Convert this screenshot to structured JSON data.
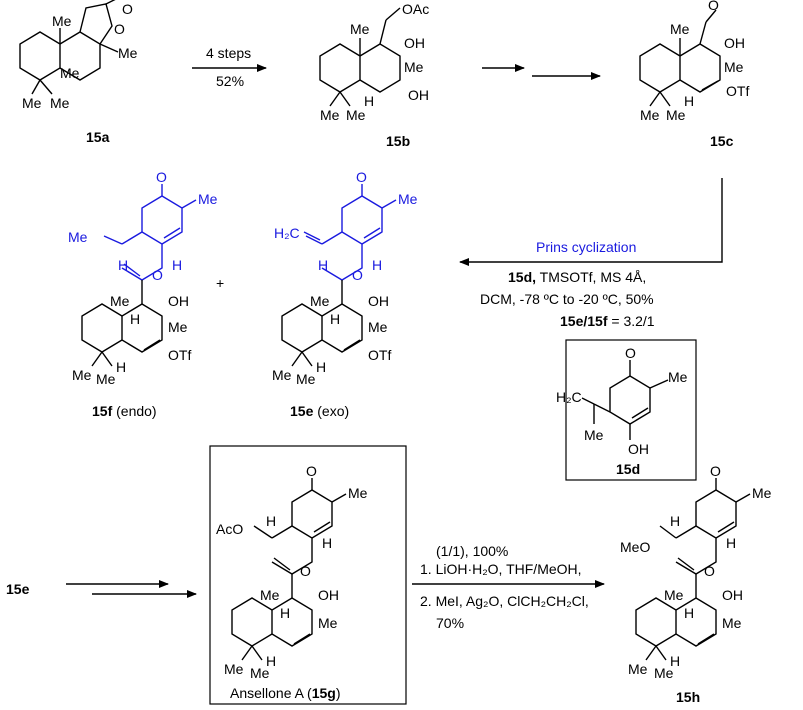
{
  "compounds": {
    "c15a": {
      "label": "15a",
      "atoms": [
        "O",
        "O",
        "Me",
        "Me",
        "Me"
      ],
      "methyls": [
        "Me",
        "Me"
      ]
    },
    "c15b": {
      "label": "15b",
      "atoms": [
        "OAc",
        "OH",
        "Me",
        "OH",
        "Me",
        "H"
      ],
      "methyls": [
        "Me",
        "Me"
      ]
    },
    "c15c": {
      "label": "15c",
      "atoms": [
        "O",
        "OH",
        "Me",
        "OTf",
        "Me",
        "H"
      ],
      "methyls": [
        "Me",
        "Me"
      ]
    },
    "c15f": {
      "label_bold": "15f",
      "label_rest": " (endo)",
      "top_atoms": [
        "O",
        "Me",
        "Me",
        "H",
        "H",
        "O"
      ],
      "bottom_atoms": [
        "Me",
        "H",
        "OH",
        "Me",
        "OTf",
        "H"
      ],
      "methyls": [
        "Me",
        "Me"
      ]
    },
    "c15e": {
      "label_bold": "15e",
      "label_rest": " (exo)",
      "top_atoms": [
        "O",
        "Me",
        "H₂C",
        "H",
        "H",
        "O"
      ],
      "bottom_atoms": [
        "Me",
        "H",
        "OH",
        "Me",
        "OTf",
        "H"
      ],
      "methyls": [
        "Me",
        "Me"
      ]
    },
    "c15d": {
      "label": "15d",
      "atoms": [
        "O",
        "Me",
        "H₂C",
        "Me",
        "OH"
      ]
    },
    "c15g": {
      "caption_pre": "Ansellone A (",
      "caption_bold": "15g",
      "caption_post": ")",
      "top_atoms": [
        "O",
        "Me",
        "AcO",
        "H",
        "H",
        "O"
      ],
      "bottom_atoms": [
        "Me",
        "H",
        "OH",
        "Me",
        "H"
      ],
      "methyls": [
        "Me",
        "Me"
      ]
    },
    "c15h": {
      "label": "15h",
      "top_atoms": [
        "O",
        "Me",
        "MeO",
        "H",
        "H",
        "O"
      ],
      "bottom_atoms": [
        "Me",
        "H",
        "OH",
        "Me",
        "H"
      ],
      "methyls": [
        "Me",
        "Me"
      ]
    },
    "c15e_start": {
      "label": "15e"
    }
  },
  "plus": "+",
  "arrows": {
    "step1": {
      "above": "4 steps",
      "below": "52%"
    },
    "prins": {
      "title": "Prins cyclization",
      "line1_bold": "15d,",
      "line1_rest": " TMSOTf, MS 4Å,",
      "line2": "DCM, -78 ºC to -20 ºC, 50%",
      "ratio_bold": "15e/15f",
      "ratio_rest": " = 3.2/1"
    },
    "final": {
      "line1": "1. LiOH·H₂O, THF/MeOH,",
      "line2": "(1/1), 100%",
      "line3": "2. MeI, Ag₂O, ClCH₂CH₂Cl,",
      "line4": "70%"
    }
  },
  "colors": {
    "ink": "#000000",
    "highlight": "#1a1adf"
  }
}
